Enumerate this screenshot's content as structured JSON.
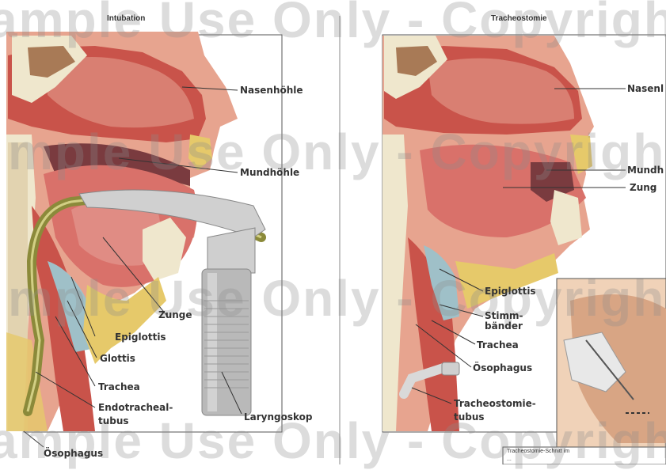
{
  "panels": {
    "left": {
      "title": "Intubation",
      "labels": {
        "nasenhoehle": "Nasenhöhle",
        "mundhoehle": "Mundhöhle",
        "zunge": "Zunge",
        "epiglottis": "Epiglottis",
        "glottis": "Glottis",
        "trachea": "Trachea",
        "endotracheal": "Endotracheal-",
        "tubus": "tubus",
        "laryngoskop": "Laryngoskop",
        "oesophagus": "Ösophagus"
      }
    },
    "right": {
      "title": "Tracheostomie",
      "labels": {
        "nasenhoehle": "Nasenl",
        "mundhoehle": "Mundh",
        "zunge": "Zung",
        "epiglottis": "Epiglottis",
        "stimm": "Stimm-",
        "baender": "bänder",
        "trachea": "Trachea",
        "oesophagus": "Ösophagus",
        "tracheostomie": "Tracheostomie-",
        "tubus": "tubus"
      },
      "inset_caption_line1": "Tracheostomie-Schnitt im",
      "inset_caption_line2": "..."
    }
  },
  "watermark": {
    "line1": "ample Use Only - Copyrighte",
    "line2": "mple Use Only - Copyrighte",
    "line3": "mple Use Only - Copyrighte",
    "line4": "ample Use Only - Copyrighte"
  },
  "colors": {
    "flesh": "#e7a48f",
    "muscle": "#c9534a",
    "tongue": "#d9716a",
    "bone": "#efe7cd",
    "cavity": "#7a3b3f",
    "yellow_fat": "#e6c96a",
    "tube": "#8b8a3a",
    "metal": "#bdbdbd"
  }
}
